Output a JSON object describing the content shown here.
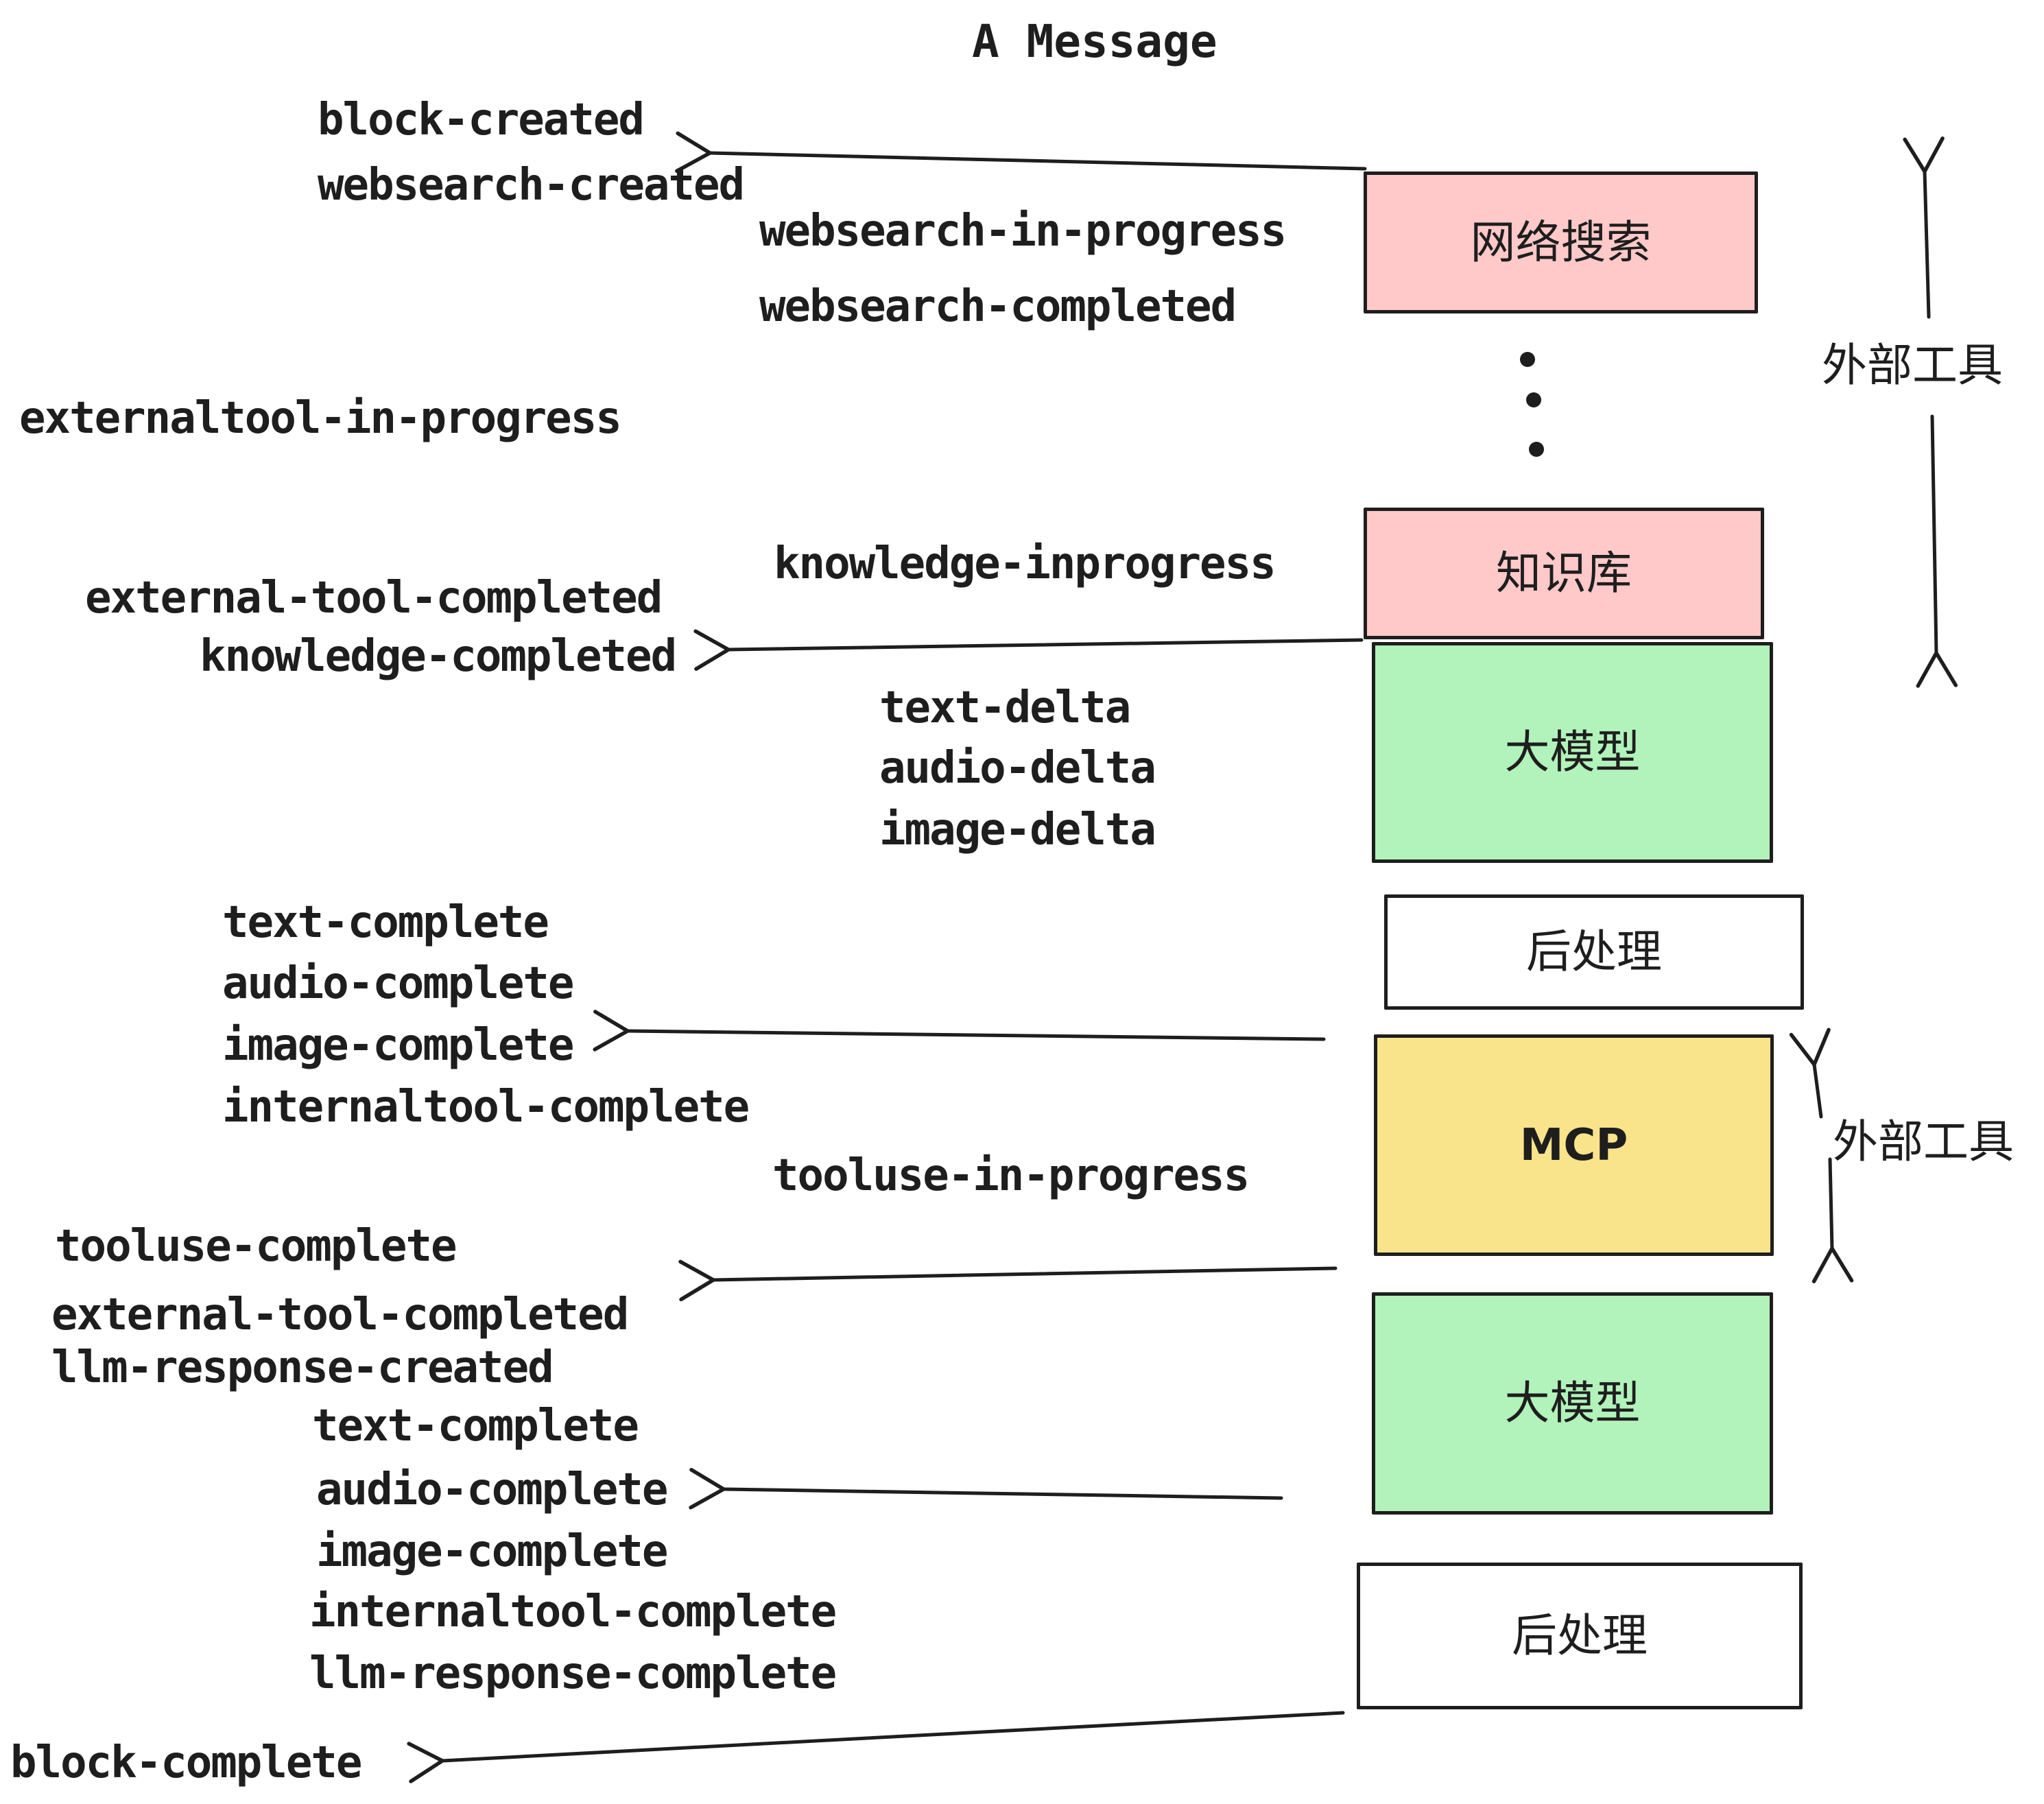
{
  "title": "A Message",
  "colors": {
    "ink": "#1e1e1e",
    "external_tool_box": "#FFC9C9",
    "llm_box": "#B2F2BB",
    "mcp_box": "#F9E48B",
    "post_box": "#FFFFFF",
    "background": "#FFFFFF"
  },
  "events": {
    "block_created": "block-created",
    "websearch_created": "websearch-created",
    "websearch_in_progress": "websearch-in-progress",
    "websearch_completed": "websearch-completed",
    "externaltool_in_progress": "externaltool-in-progress",
    "knowledge_inprogress": "knowledge-inprogress",
    "external_tool_completed_1": "external-tool-completed",
    "knowledge_completed": "knowledge-completed",
    "text_delta_1": "text-delta",
    "audio_delta_1": "audio-delta",
    "image_delta_1": "image-delta",
    "text_complete_1": "text-complete",
    "audio_complete_1": "audio-complete",
    "image_complete_1": "image-complete",
    "internaltool_complete_1": "internaltool-complete",
    "tooluse_in_progress": "tooluse-in-progress",
    "tooluse_complete": "tooluse-complete",
    "external_tool_completed_2": "external-tool-completed",
    "llm_response_created": "llm-response-created",
    "text_complete_2": "text-complete",
    "audio_complete_2": "audio-complete",
    "image_complete_2": "image-complete",
    "internaltool_complete_2": "internaltool-complete",
    "llm_response_complete": "llm-response-complete",
    "block_complete": "block-complete"
  },
  "boxes": {
    "websearch": {
      "label": "网络搜索"
    },
    "knowledge": {
      "label": "知识库"
    },
    "llm_1": {
      "label": "大模型"
    },
    "post_1": {
      "label": "后处理"
    },
    "mcp": {
      "label": "MCP"
    },
    "llm_2": {
      "label": "大模型"
    },
    "post_2": {
      "label": "后处理"
    }
  },
  "side_labels": {
    "external_tools_1": "外部工具",
    "external_tools_2": "外部工具"
  }
}
